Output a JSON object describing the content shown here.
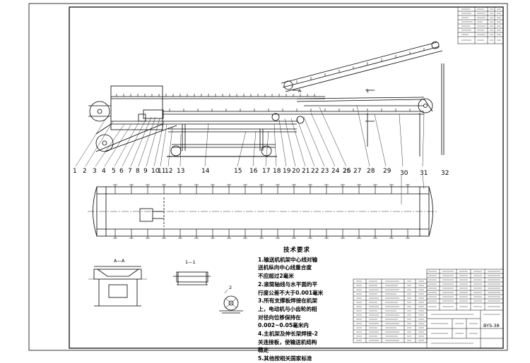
{
  "part_numbers": [
    "1",
    "2",
    "3",
    "4",
    "5",
    "6",
    "7",
    "8",
    "9",
    "10",
    "11",
    "12",
    "13",
    "14",
    "15",
    "16",
    "17",
    "18",
    "19",
    "20",
    "21",
    "22",
    "23",
    "24",
    "25",
    "26",
    "27",
    "28",
    "29",
    "30",
    "31",
    "32"
  ],
  "view_labels": {
    "section_aa": "A—A",
    "section_11": "1—1",
    "detail_2": "2",
    "marker_a": "A",
    "marker_1": "1"
  },
  "technical_requirements": {
    "title": "技术要求",
    "lines": [
      "1.输送机机架中心线对输",
      "送机纵向中心线重合度",
      "不应超过2毫米",
      "2.滚筒轴线与水平面的平",
      "行度公差不大于0.001毫米",
      "3.所有支撑板焊接在机架",
      "上，电动机与小齿轮的相",
      "对径向位移保持在",
      "0.002~0.05毫米内",
      "4.主机架及伸长架焊接-2",
      "关连接板，使输送机结构",
      "稳定",
      "5.其他按相关国家标准"
    ]
  },
  "title_block": {
    "drawing_number": "BYS-38"
  }
}
